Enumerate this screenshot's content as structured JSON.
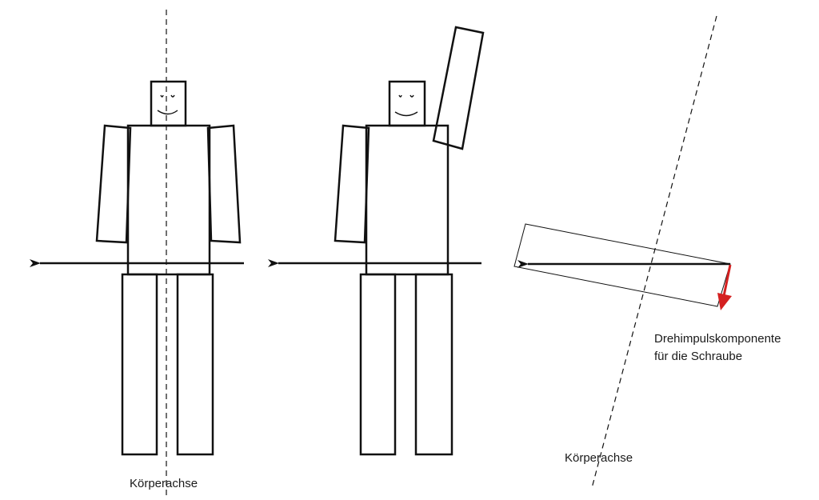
{
  "labels": {
    "axis_left": "Körperachse",
    "axis_right": "Körperachse",
    "component_line1": "Drehimpulskomponente",
    "component_line2": "für die Schraube"
  },
  "colors": {
    "stroke": "#111111",
    "component_arrow": "#d42020"
  }
}
